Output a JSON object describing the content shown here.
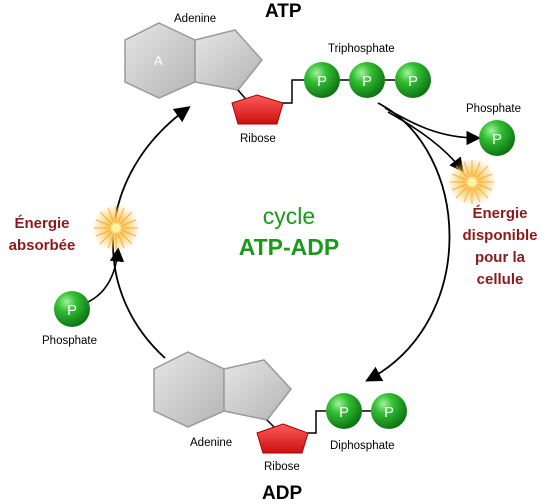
{
  "atp": {
    "title": "ATP",
    "base_label": "Adenine",
    "base_letter": "A",
    "sugar_label": "Ribose",
    "phosphate_group_label": "Triphosphate",
    "phosphate_letter": "P"
  },
  "adp": {
    "title": "ADP",
    "base_label": "Adenine",
    "sugar_label": "Ribose",
    "phosphate_group_label": "Diphosphate",
    "phosphate_letter": "P"
  },
  "released_phosphate": {
    "label": "Phosphate",
    "letter": "P"
  },
  "absorbed_phosphate": {
    "label": "Phosphate",
    "letter": "P"
  },
  "center": {
    "line1": "cycle",
    "line2": "ATP-ADP"
  },
  "energy_absorbed": {
    "line1": "Énergie",
    "line2": "absorbée"
  },
  "energy_available": {
    "line1": "Énergie",
    "line2": "disponible",
    "line3": "pour la",
    "line4": "cellule"
  },
  "colors": {
    "phosphate": "#22aa22",
    "ribose": "#e02020",
    "adenine": "#c8c8c8",
    "energy_text": "#8b1a1a",
    "cycle_text": "#1a9a1a"
  }
}
